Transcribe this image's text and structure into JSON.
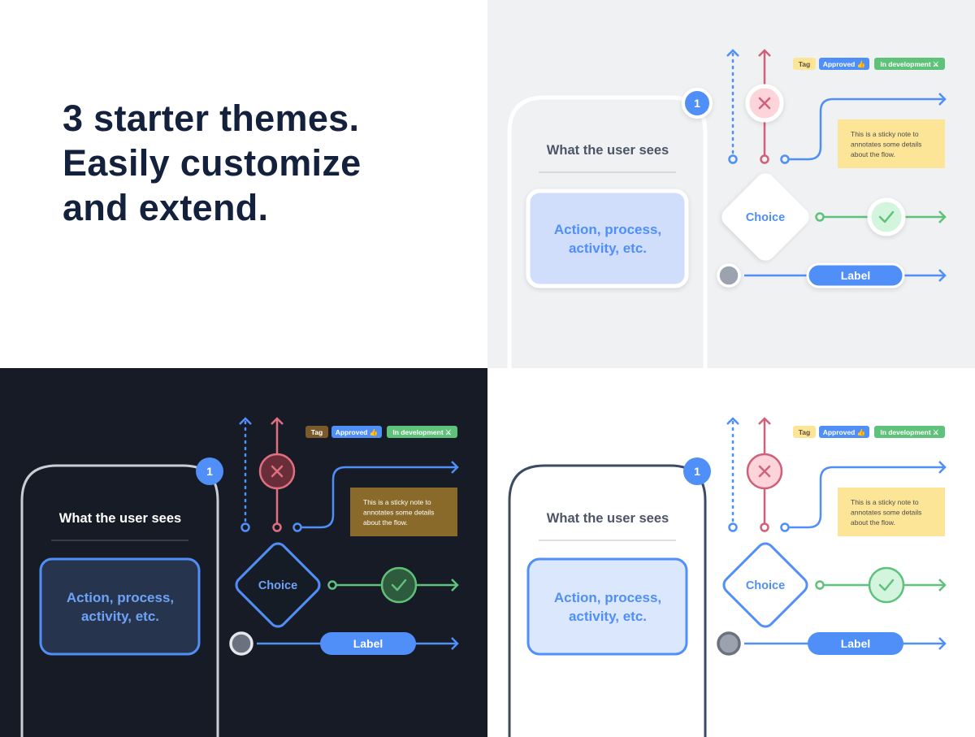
{
  "headline": {
    "line1": "3 starter themes.",
    "line2": "Easily customize",
    "line3": "and extend."
  },
  "diagram": {
    "badge": "1",
    "screen_title": "What the user sees",
    "action_line1": "Action, process,",
    "action_line2": "activity, etc.",
    "choice": "Choice",
    "label": "Label",
    "tags": [
      "Tag",
      "Approved 👍",
      "In development ⚔"
    ],
    "sticky_line1": "This is a sticky note to",
    "sticky_line2": "annotates some details",
    "sticky_line3": "about the flow."
  },
  "themes": {
    "grey": {
      "bg": "#f0f1f3",
      "phoneStroke": "#ffffff",
      "title": "#4b5567",
      "divider": "#c7cbd2",
      "actionFill": "#d0defc",
      "actionStroke": "#ffffff",
      "actionText": "#4f8ff7",
      "blue": "#4f8ff7",
      "red": "#d0617a",
      "green": "#5fc27a",
      "xFill": "#fcd4d9",
      "xStroke": "#ffffff",
      "checkFill": "#d4f5dd",
      "checkStroke": "#ffffff",
      "diamondFill": "#ffffff",
      "diamondStroke": "#ffffff",
      "choiceText": "#4f8ff7",
      "dotFill": "#9ca3af",
      "dotStroke": "#ffffff",
      "tagBg": "#fde597",
      "tagText": "#5b5030",
      "sticky": "#fde597",
      "stickyText": "#4b4b4b",
      "approved": "#4f8ff7",
      "dev": "#5fc27a"
    },
    "dark": {
      "bg": "#161b26",
      "phoneStroke": "#c9cdd4",
      "title": "#ffffff",
      "divider": "#4b5262",
      "actionFill": "#27354e",
      "actionStroke": "#4f8ff7",
      "actionText": "#6ea2f7",
      "blue": "#4f8ff7",
      "red": "#e0707f",
      "green": "#5fc27a",
      "xFill": "#6b2e3a",
      "xStroke": "#e0707f",
      "checkFill": "#2e5a3d",
      "checkStroke": "#5fc27a",
      "diamondFill": "#161b26",
      "diamondStroke": "#4f8ff7",
      "choiceText": "#6ea2f7",
      "dotFill": "#6b7280",
      "dotStroke": "#e5e7eb",
      "tagBg": "#7a5a2a",
      "tagText": "#ffffff",
      "sticky": "#8a6a2a",
      "stickyText": "#ffffff",
      "approved": "#4f8ff7",
      "dev": "#5fc27a"
    },
    "white": {
      "bg": "#ffffff",
      "phoneStroke": "#3c4a63",
      "title": "#4b5567",
      "divider": "#c7cbd2",
      "actionFill": "#dbe7fd",
      "actionStroke": "#4f8ff7",
      "actionText": "#4f8ff7",
      "blue": "#4f8ff7",
      "red": "#d0617a",
      "green": "#5fc27a",
      "xFill": "#fcd4d9",
      "xStroke": "#d0617a",
      "checkFill": "#d4f5dd",
      "checkStroke": "#5fc27a",
      "diamondFill": "#ffffff",
      "diamondStroke": "#4f8ff7",
      "choiceText": "#4f8ff7",
      "dotFill": "#9ca3af",
      "dotStroke": "#6b7280",
      "tagBg": "#fde597",
      "tagText": "#5b5030",
      "sticky": "#fde597",
      "stickyText": "#4b4b4b",
      "approved": "#4f8ff7",
      "dev": "#5fc27a"
    }
  }
}
